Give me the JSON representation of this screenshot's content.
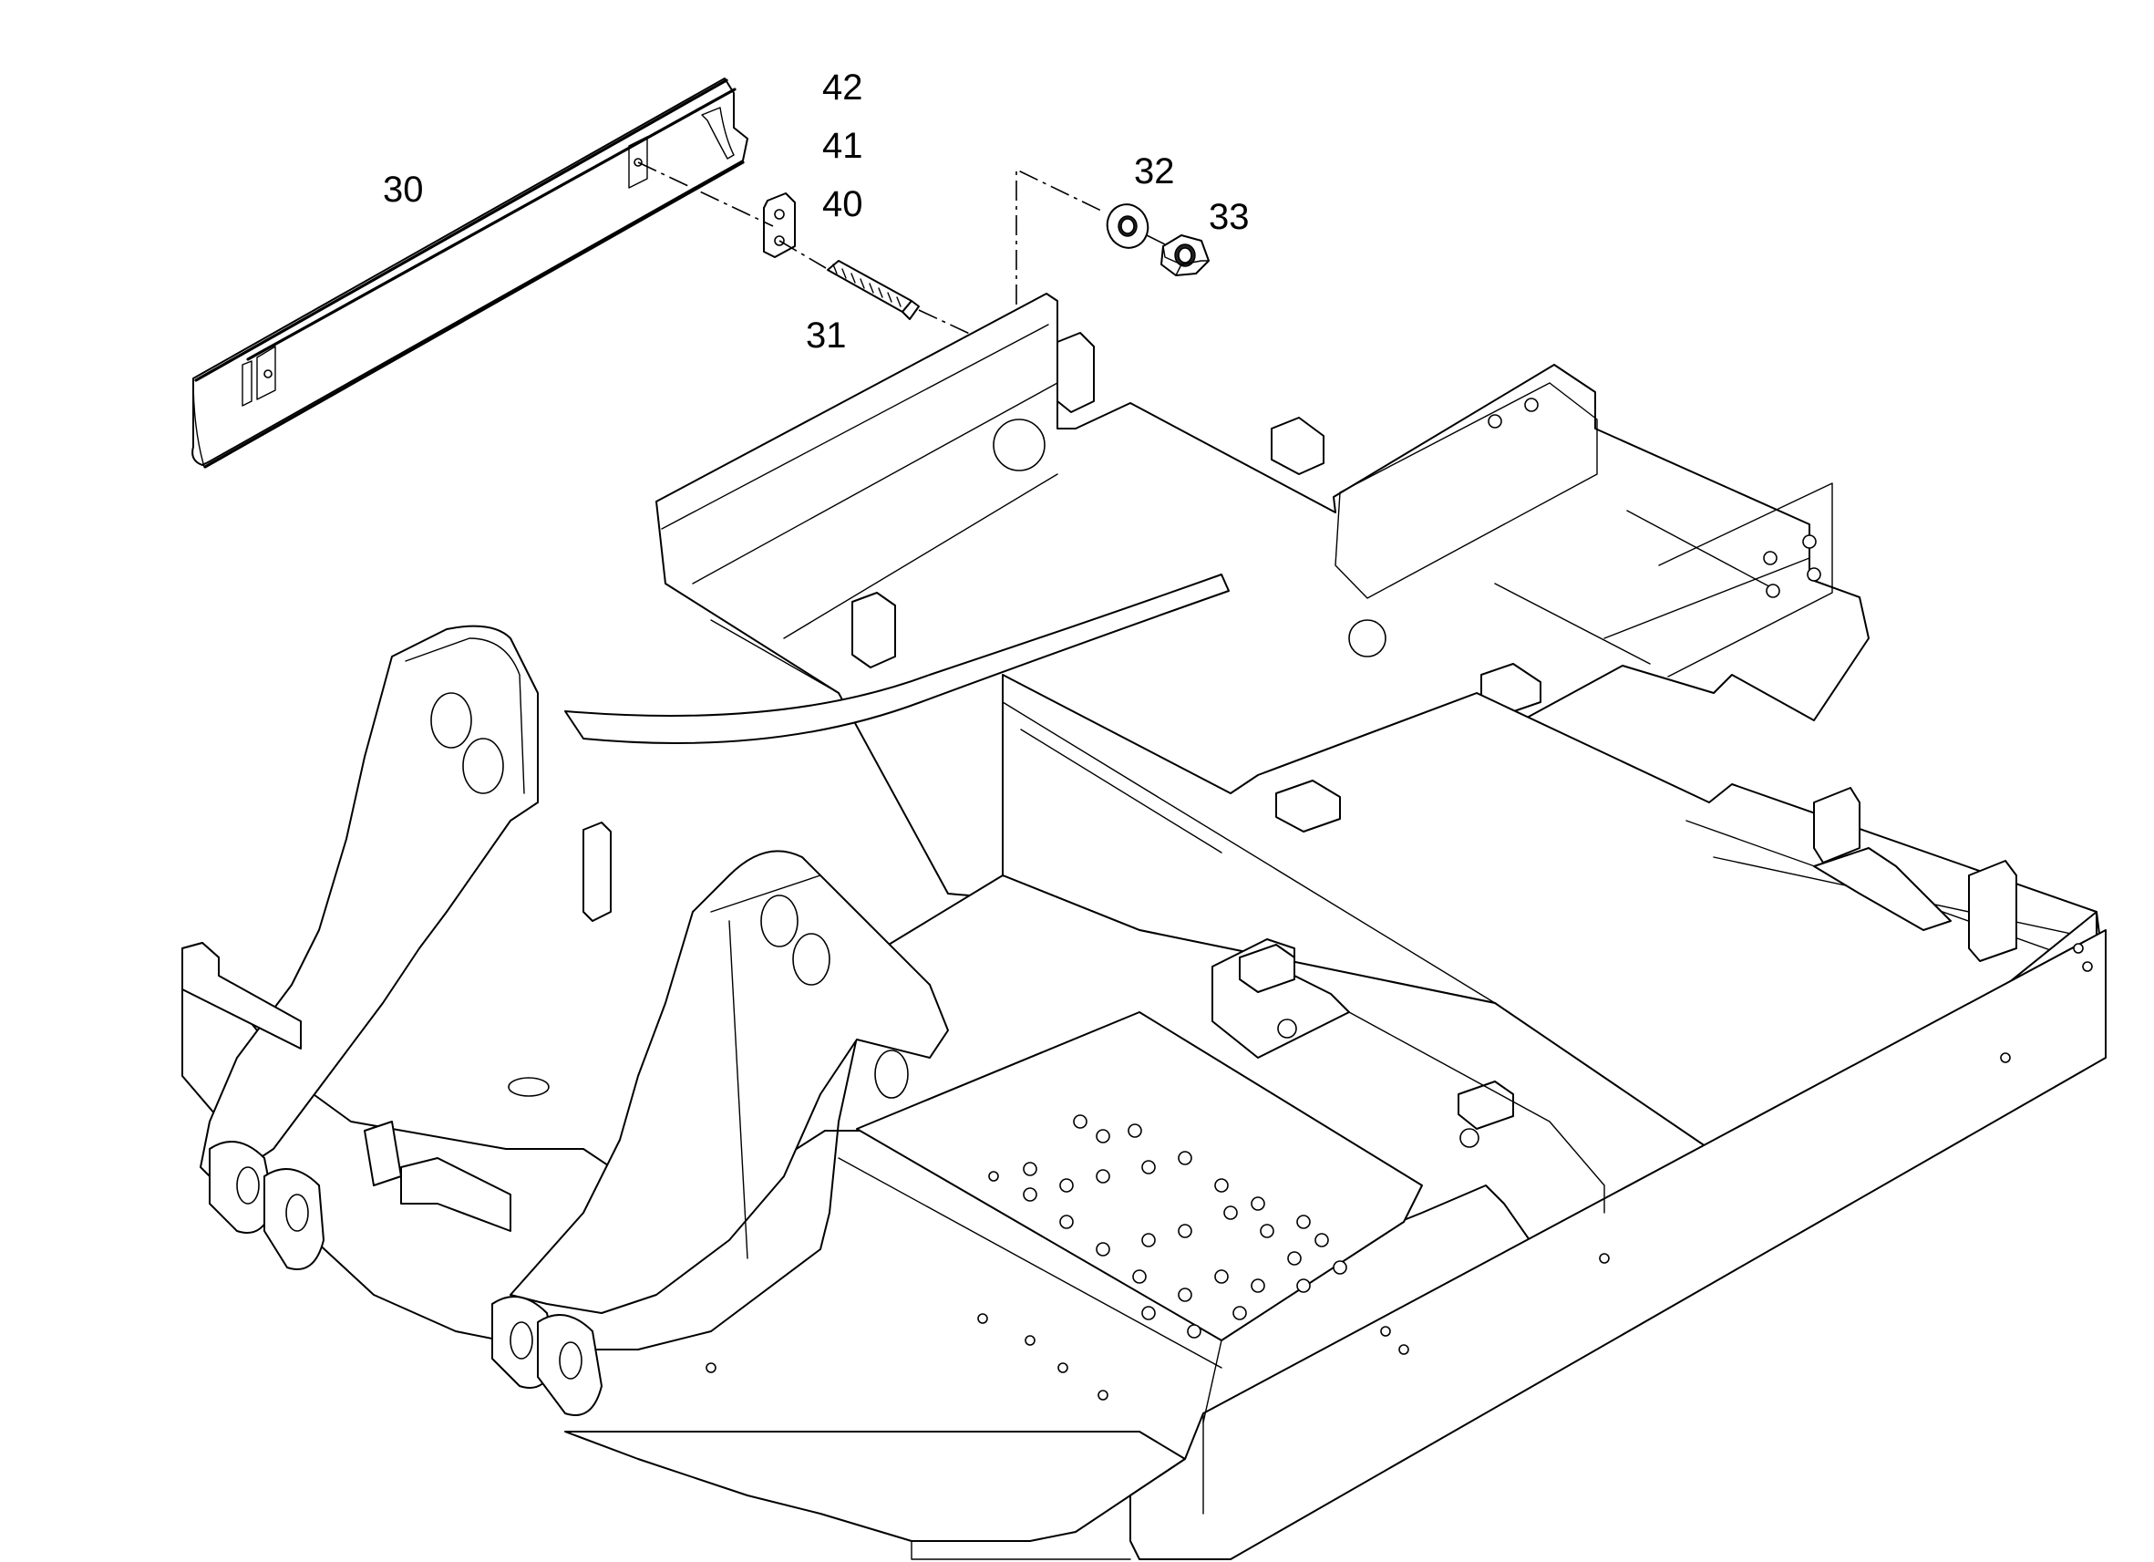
{
  "diagram": {
    "labels": {
      "cover": "30",
      "stud": "31",
      "washer": "32",
      "nut": "33",
      "plate": "40",
      "item41": "41",
      "item42": "42"
    }
  }
}
